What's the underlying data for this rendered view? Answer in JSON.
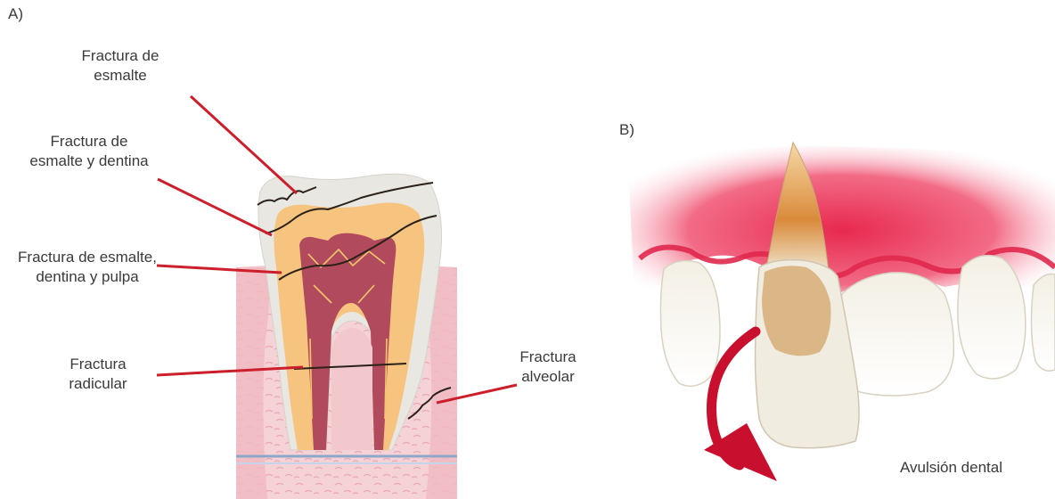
{
  "panel_a": {
    "letter": "A)",
    "labels": {
      "enamel": [
        "Fractura de",
        "esmalte"
      ],
      "enamel_dentin": [
        "Fractura de",
        "esmalte y dentina"
      ],
      "enamel_dentin_pulp": [
        "Fractura de esmalte,",
        "dentina y pulpa"
      ],
      "root": [
        "Fractura",
        "radicular"
      ],
      "alveolar": [
        "Fractura",
        "alveolar"
      ]
    }
  },
  "panel_b": {
    "letter": "B)",
    "label": "Avulsión dental"
  },
  "colors": {
    "pointer_line": "#cc1f2b",
    "fracture_line": "#2b2118",
    "enamel": "#ebe9e4",
    "dentin": "#f6c47e",
    "pulp": "#a8394c",
    "gum": "#f2c9cc",
    "gum_red": "#e8294f",
    "arrow": "#c8102e"
  }
}
